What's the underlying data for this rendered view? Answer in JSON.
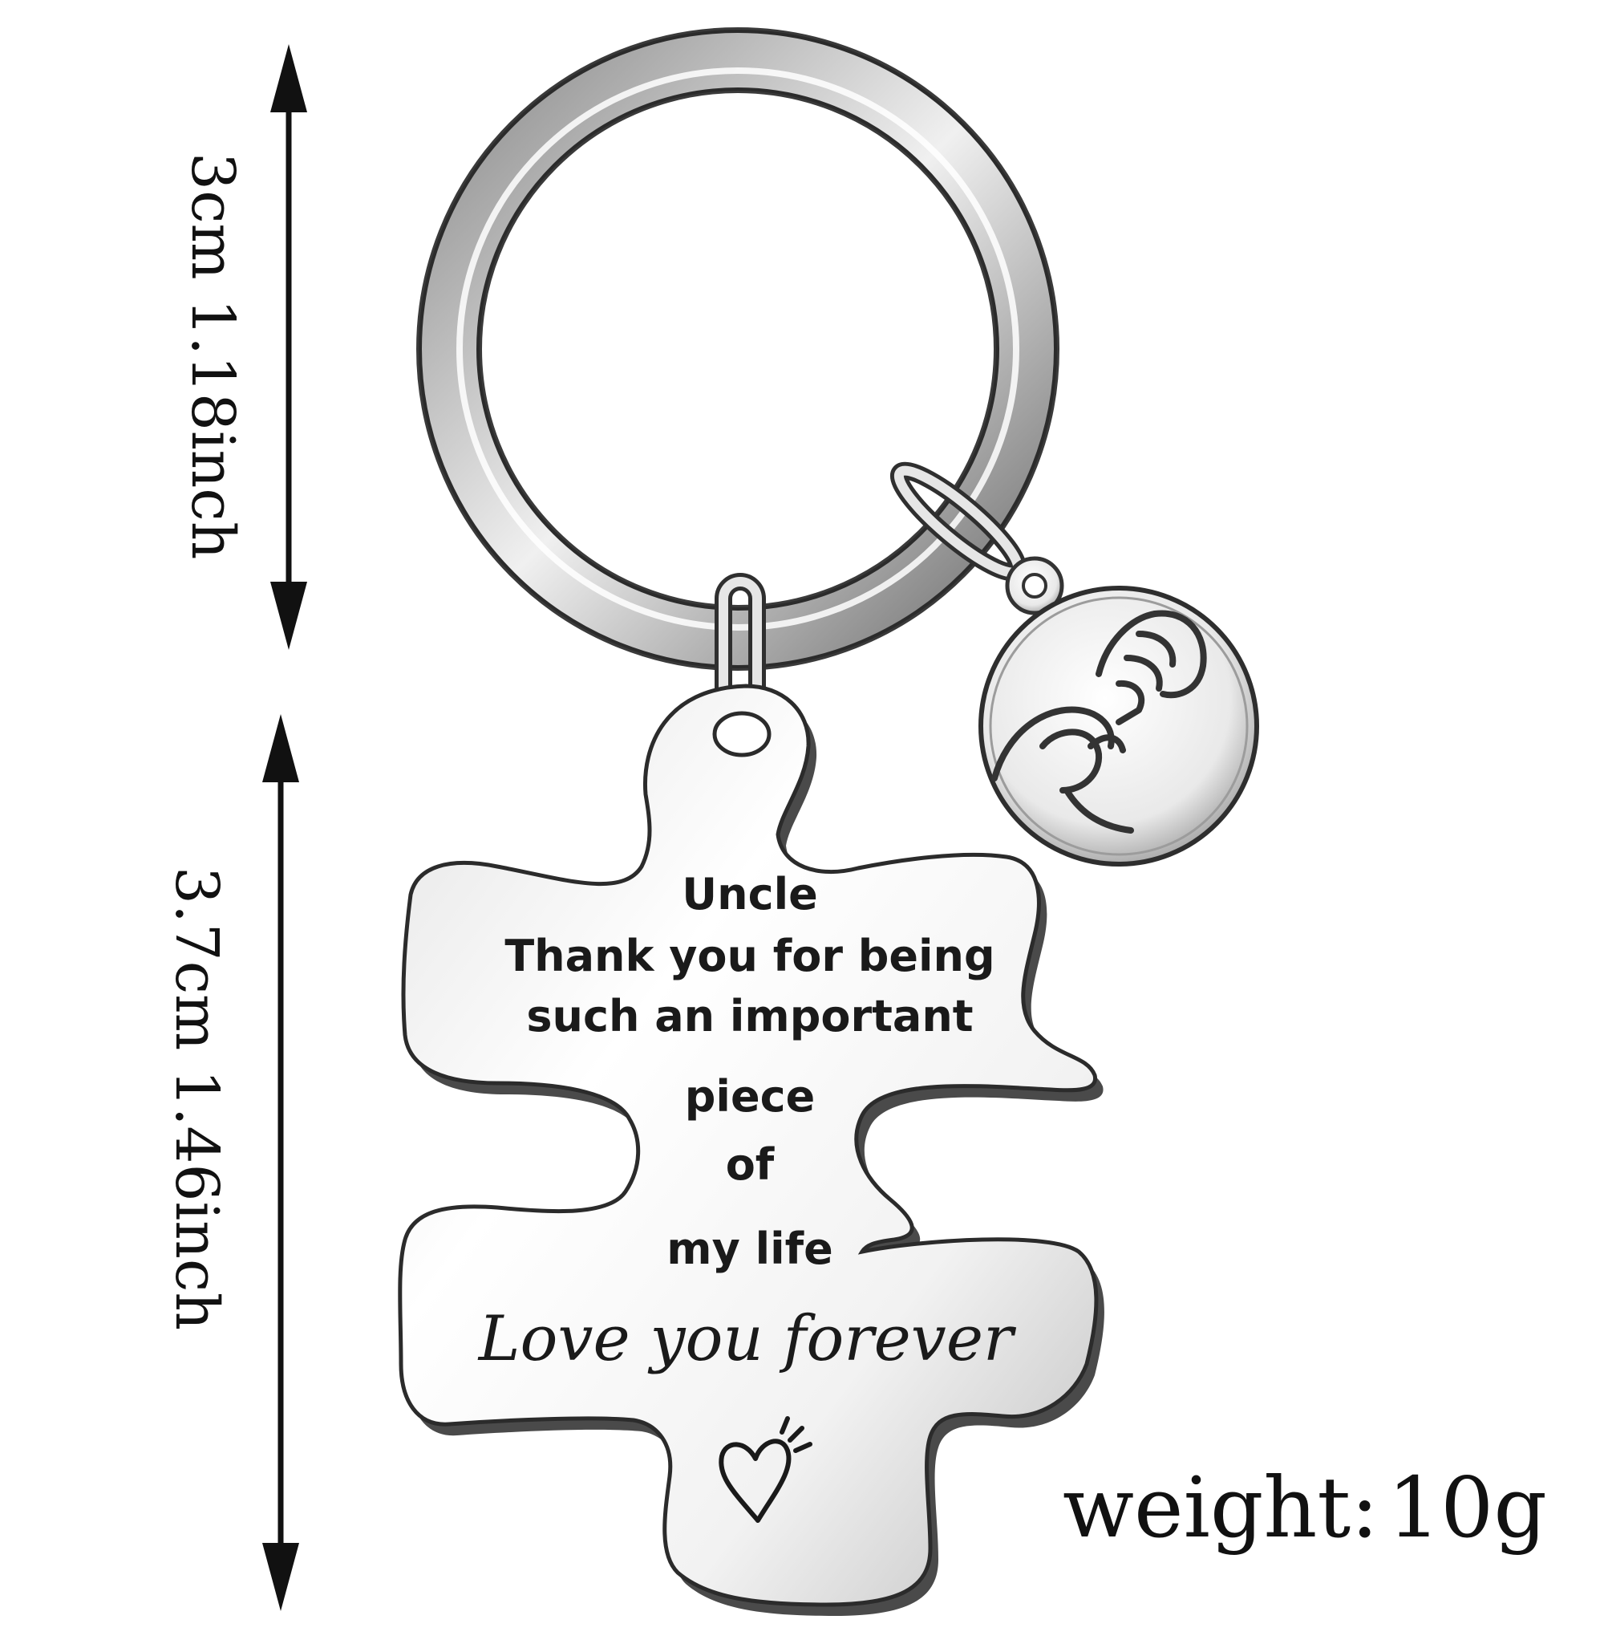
{
  "dimensions": {
    "ring_label": "3cm 1.18inch",
    "tag_label": "3.7cm 1.46inch"
  },
  "engraving": {
    "line1": "Uncle",
    "line2": "Thank you for being",
    "line3": "such an important",
    "line4": "piece",
    "line5": "of",
    "line6": "my life",
    "script_line": "Love you forever"
  },
  "weight": {
    "label": "weight:",
    "value": "10g"
  },
  "icons": {
    "charm": "pinky-promise-icon",
    "heart": "heart-icon"
  },
  "colors": {
    "metal_light": "#f4f4f4",
    "metal_dark": "#6b6b6b",
    "ink": "#111111",
    "background": "#ffffff"
  }
}
